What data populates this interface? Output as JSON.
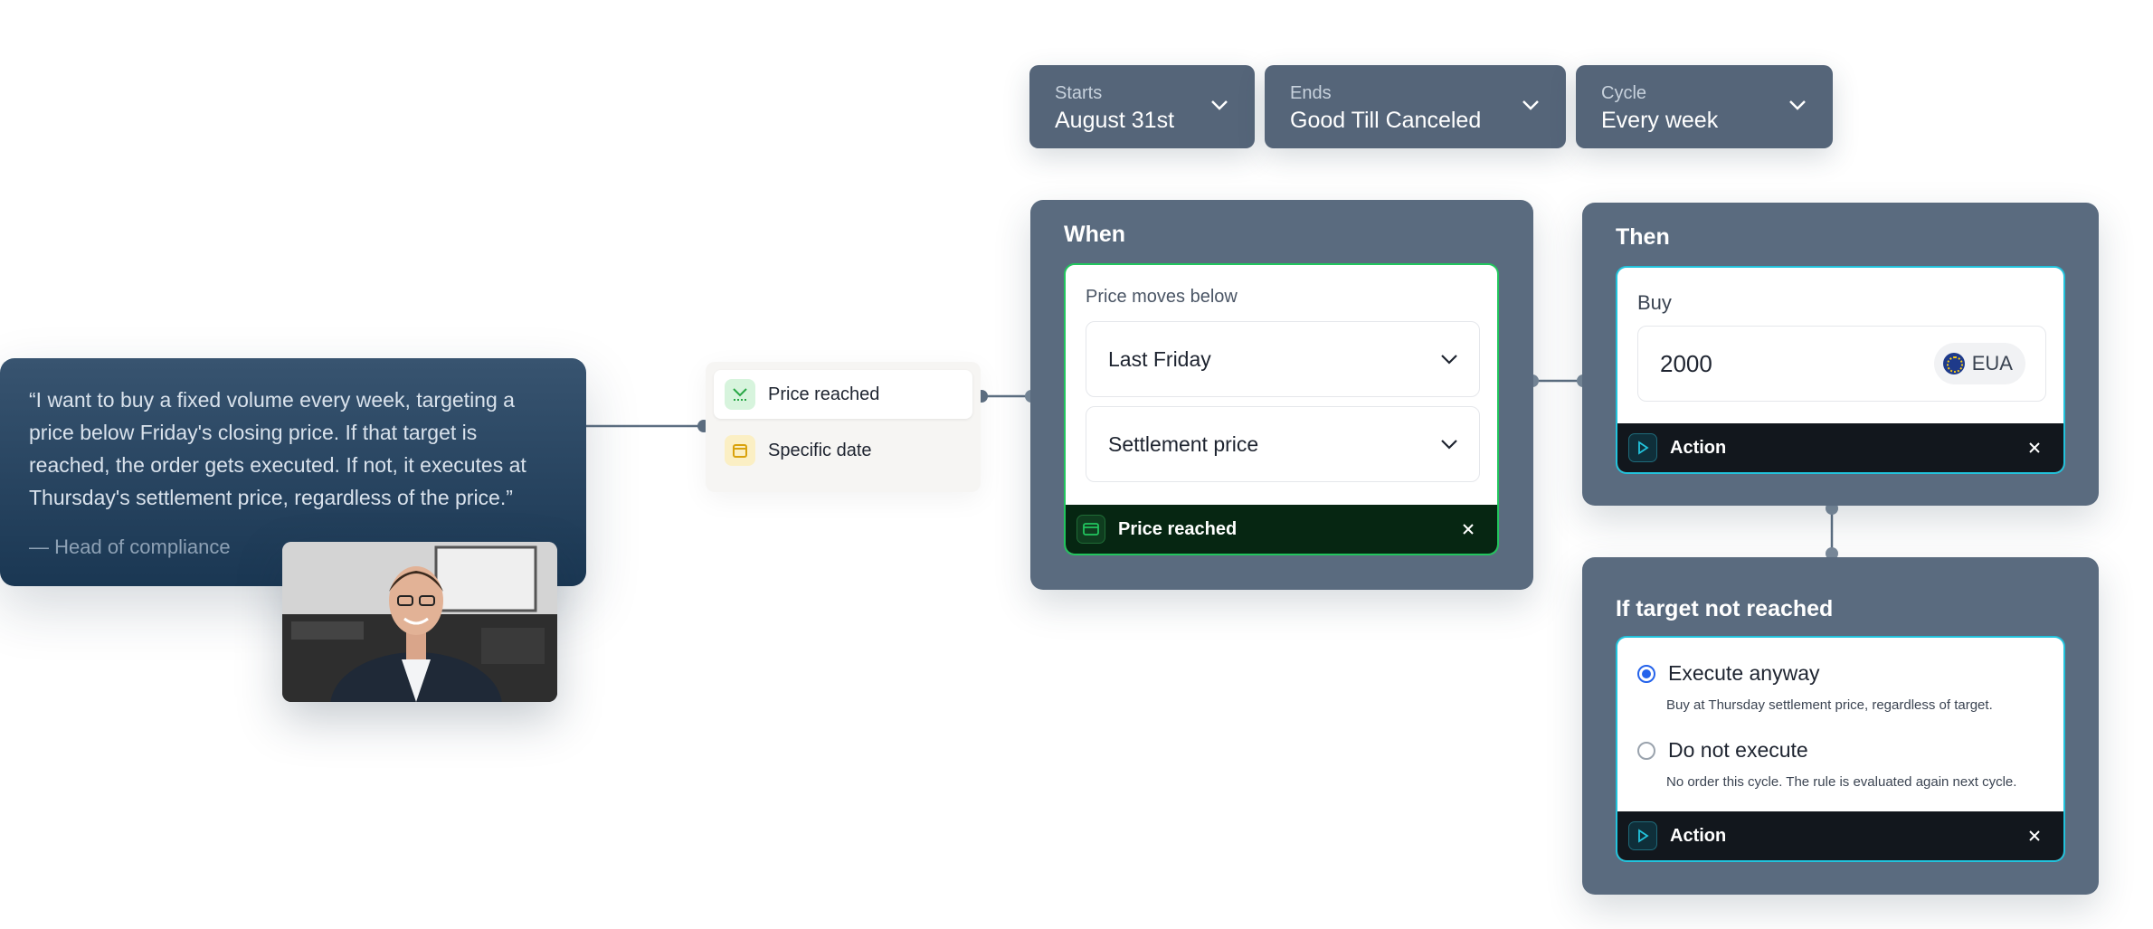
{
  "quote": {
    "text": "“I want to buy a fixed volume every week, targeting a price below Friday's closing price. If that target is reached, the order gets executed. If not, it executes at Thursday's settlement price, regardless of the price.”",
    "author": "— Head of compliance"
  },
  "triggers": {
    "items": [
      {
        "label": "Price reached",
        "icon": "price-target-icon",
        "active": true
      },
      {
        "label": "Specific date",
        "icon": "calendar-icon",
        "active": false
      }
    ]
  },
  "schedule": {
    "starts": {
      "label": "Starts",
      "value": "August 31st"
    },
    "ends": {
      "label": "Ends",
      "value": "Good Till Canceled"
    },
    "cycle": {
      "label": "Cycle",
      "value": "Every week"
    }
  },
  "when": {
    "title": "When",
    "condition_label": "Price moves below",
    "reference": "Last Friday",
    "price_type": "Settlement price",
    "footer": "Price reached"
  },
  "then": {
    "title": "Then",
    "action_label": "Buy",
    "amount": "2000",
    "currency": "EUA",
    "footer": "Action"
  },
  "fallback": {
    "title": "If target not reached",
    "options": [
      {
        "label": "Execute anyway",
        "description": "Buy at Thursday settlement price, regardless of target.",
        "checked": true
      },
      {
        "label": "Do not execute",
        "description": "No order this cycle. The rule is evaluated again next cycle.",
        "checked": false
      }
    ],
    "footer": "Action"
  },
  "colors": {
    "panel": "#5a6b7f",
    "quote_card": "#1a3753",
    "accent_green": "#22c55e",
    "accent_cyan": "#22c3dc",
    "radio_blue": "#2563eb"
  }
}
